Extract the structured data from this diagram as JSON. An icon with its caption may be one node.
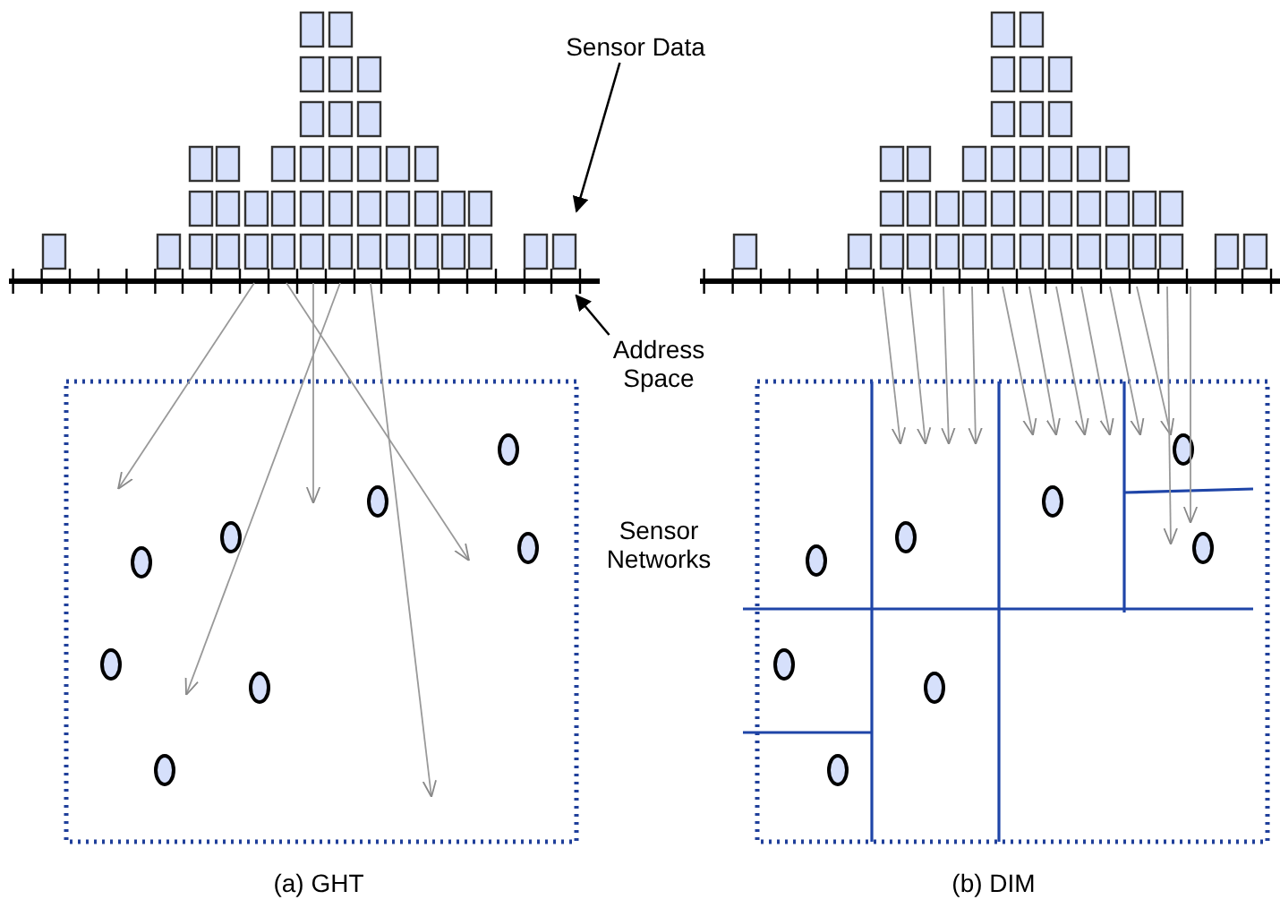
{
  "diagram": {
    "nodes": [
      {
        "text": [
          "Sensor Data"
        ]
      },
      {
        "text": [
          "Address Space"
        ]
      },
      {
        "text": [],
        "shape": "line"
      }
    ],
    "edges": [
      {
        "from": 0,
        "to": null,
        "arrow": "to"
      },
      {
        "from": 1,
        "to": 2,
        "arrow": "to"
      }
    ],
    "labels": [
      "Sensor Networks",
      "(a) GHT",
      "(b) DIM"
    ]
  }
}
